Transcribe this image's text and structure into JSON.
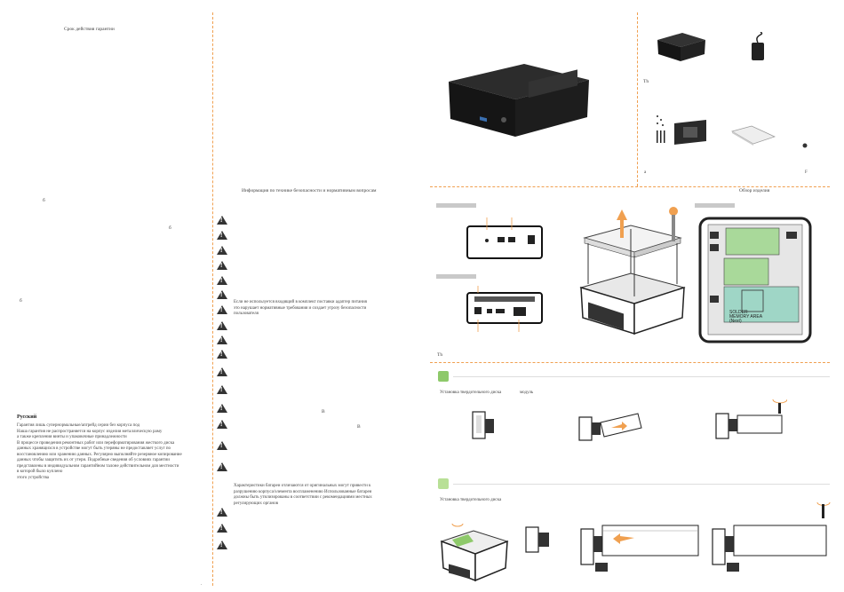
{
  "panel1": {
    "top_heading": "Срок действия гарантии",
    "fragments": [
      "б",
      "б",
      "б"
    ],
    "lang_heading": "Русский",
    "body": [
      "Гарантия лишь супернормальные/апгрейд серии              без корпуса      под",
      "Наша гарантия не распространяется на корпус изделия  металлическую раму",
      "а также крепления  винты и упаковочные принадлежности",
      "В процессе проведения ремонтных работ или переформатирования жесткого диска",
      "данных  хранящихся в устройстве  могут быть утеряны      не предоставляет услуг по",
      "восстановлению или хранению данных. Регулярно выполняйте резервное копирование",
      "данных  чтобы защитить их от утери. Подробные сведения об условиях гарантии",
      "представлены в индивидуальном гарантийном талоне  действительном для местности",
      "в которой было куплено",
      "этого устройства"
    ]
  },
  "panel2": {
    "heading": "Информация по технике безопасности и нормативным вопросам",
    "power_note": [
      "Если не используется входящий в комплект поставки адаптер питания",
      "это нарушает нормативные требования и создает угрозу безопасности",
      "пользователя"
    ],
    "fragments": [
      "B",
      "B"
    ],
    "battery_note": [
      "Характеристики батареи отличаются от оригинальных могут привести к",
      "разрушению корпуса/элемента  воспламенению   Использованные батареи",
      "должны быть утилизированы в соответствии с рекомендациями местных",
      "регулирующих органов"
    ],
    "bottom_mark": "."
  },
  "panel3": {
    "overview_title": "Обзор изделия",
    "contents_mark": "Th",
    "corner_left": "a",
    "corner_right": "F",
    "install_mark": "Th",
    "step1_title_a": "Установка твердотельного диска",
    "step1_title_b": "модуль",
    "step2_title": "Установка твердотельного диска",
    "board_label_a": "SOLDER",
    "board_label_b": "MEMORY AREA",
    "board_label_c": "(Next)"
  },
  "colors": {
    "accent": "#f0a050",
    "green": "#8ec96a",
    "green_light": "#b8e096",
    "board_green": "#a9d99a",
    "board_teal": "#9fd6c6",
    "device": "#1e1e1e"
  }
}
